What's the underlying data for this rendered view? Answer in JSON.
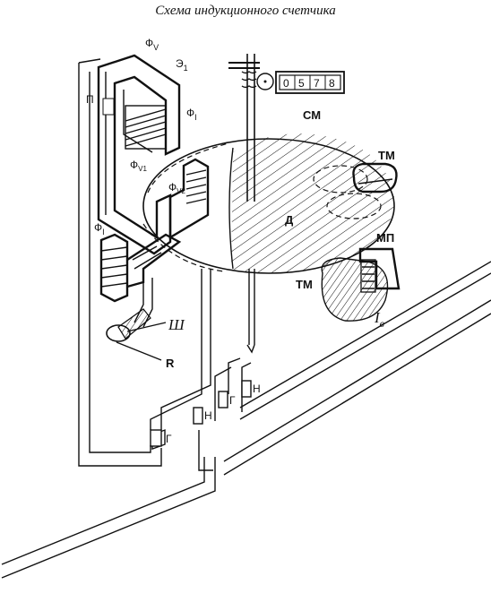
{
  "title": "Схема индукционного счетчика",
  "counter_digits": [
    "0",
    "5",
    "7",
    "8"
  ],
  "labels": {
    "phi_v": "Ф",
    "phi_v_sub": "V",
    "e1": "Э",
    "e1_sub": "1",
    "p": "П",
    "phi_i_top": "Ф",
    "phi_i_top_sub": "I",
    "phi_v1": "Ф",
    "phi_v1_sub": "V1",
    "phi_v2": "Ф",
    "phi_v2_sub": "V2",
    "phi_i_left": "Ф",
    "phi_i_left_sub": "I",
    "sm": "СМ",
    "tm_top": "ТМ",
    "tm_bottom": "ТМ",
    "mp": "МП",
    "disk": "Д",
    "iv": "I",
    "iv_sub": "в",
    "sh": "Ш",
    "r": "R",
    "g_left": "Г",
    "n_mid": "Н",
    "g_mid": "Г",
    "n_right": "Н"
  }
}
